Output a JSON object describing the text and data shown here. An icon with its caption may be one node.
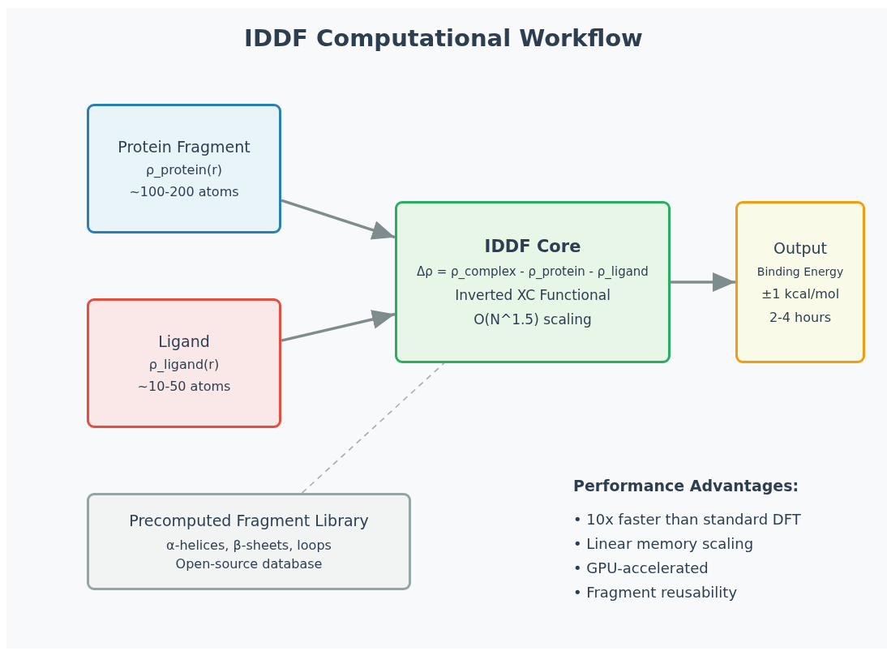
{
  "diagram": {
    "title": "IDDF Computational Workflow",
    "nodes": [
      {
        "text": [
          "Protein Fragment",
          "ρ_protein(r)",
          "~100-200 atoms"
        ]
      },
      {
        "text": [
          "Ligand",
          "ρ_ligand(r)",
          "~10-50 atoms"
        ]
      },
      {
        "text": [
          "IDDF Core",
          "Δρ = ρ_complex - ρ_protein - ρ_ligand",
          "Inverted XC Functional",
          "O(N^1.5) scaling"
        ]
      },
      {
        "text": [
          "Output",
          "Binding Energy",
          "±1 kcal/mol",
          "2-4 hours"
        ]
      },
      {
        "text": [
          "Precomputed Fragment Library",
          "α-helices, β-sheets, loops",
          "Open-source database"
        ]
      }
    ],
    "edges": [
      {
        "from": 0,
        "to": 2,
        "arrow": "to"
      },
      {
        "from": 1,
        "to": 2,
        "arrow": "to"
      },
      {
        "from": 2,
        "to": 3,
        "arrow": "to"
      },
      {
        "from": 4,
        "to": 2,
        "arrow": "none",
        "style": "dashed",
        "color": "#aaaaaa"
      }
    ],
    "labels": [
      "Performance Advantages:",
      "• 10x faster than standard DFT",
      "• Linear memory scaling",
      "• GPU-accelerated",
      "• Fragment reusability"
    ]
  }
}
